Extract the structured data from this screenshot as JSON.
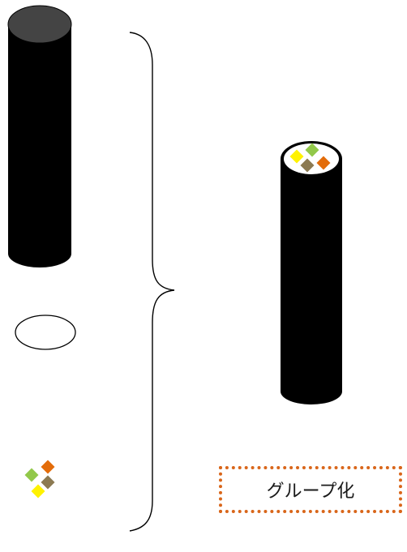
{
  "caption": {
    "text": "グループ化"
  },
  "colors": {
    "cylinder_body": "#000000",
    "cylinder_top": "#444444",
    "rice": "#ffffff",
    "filling_green": "#92C84A",
    "filling_orange": "#E36C0A",
    "filling_brown": "#8C7A52",
    "filling_yellow": "#FFF200",
    "label_border": "#D9661A"
  },
  "parts": [
    {
      "name": "black-cylinder",
      "icon": "cylinder-shape"
    },
    {
      "name": "white-ellipse",
      "icon": "ellipse-shape"
    },
    {
      "name": "filling-diamonds",
      "icon": "diamond-cluster"
    }
  ],
  "result": {
    "name": "ehomaki-roll",
    "icon": "sushi-roll"
  }
}
